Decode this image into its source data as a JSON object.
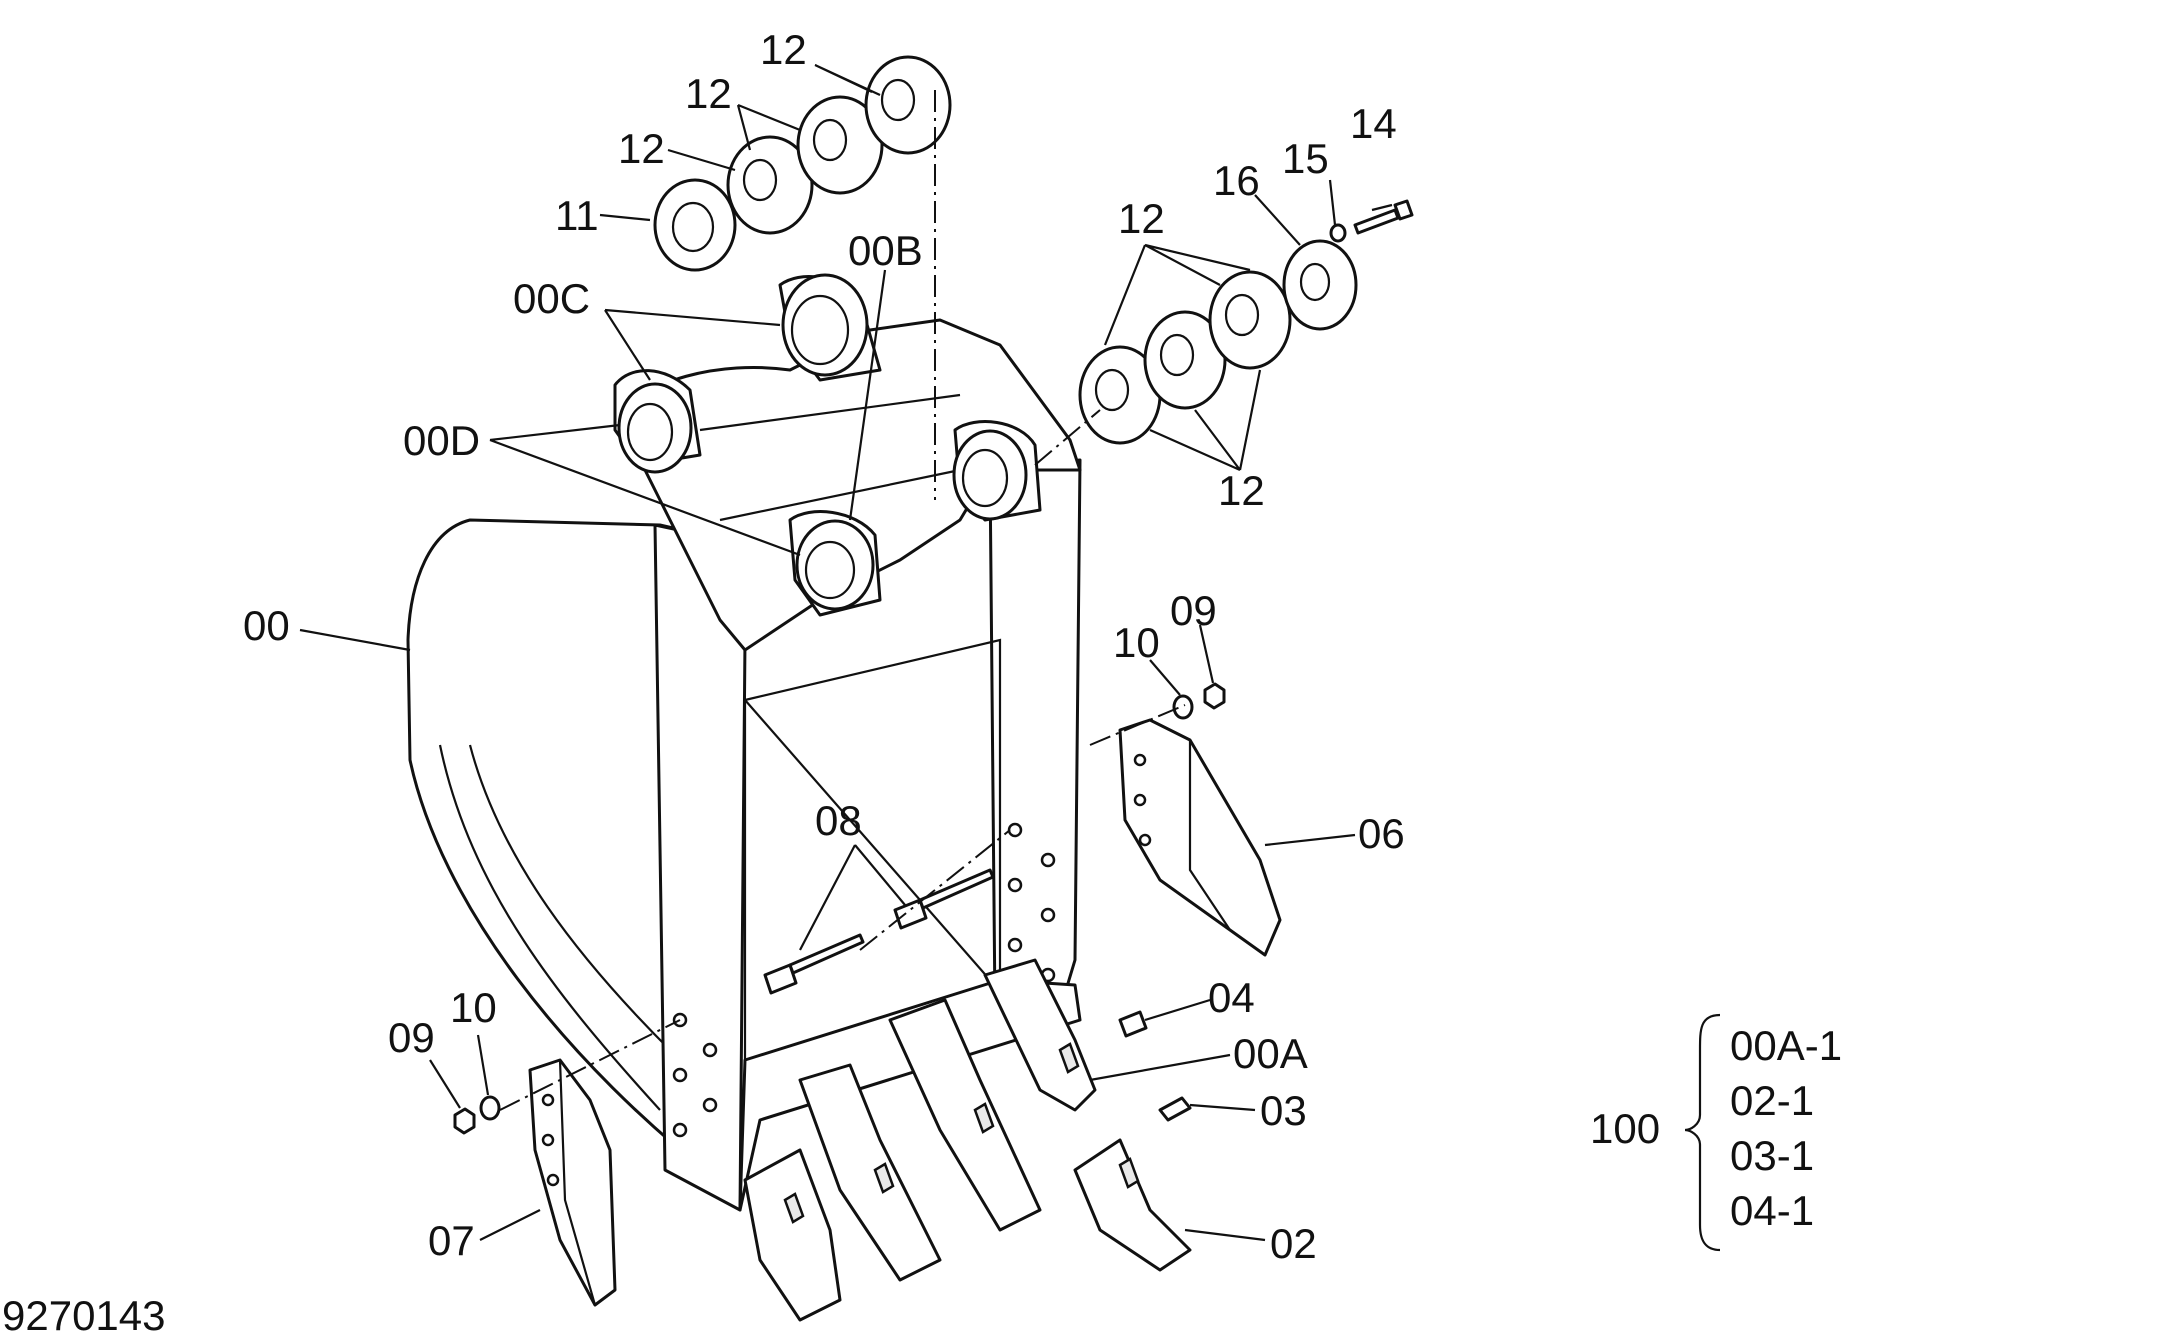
{
  "drawing_number": "9270143",
  "callouts": {
    "shim_a": "12",
    "shim_b": "12",
    "shim_c": "12",
    "shim_right_top": "12",
    "shim_right_bottom": "12",
    "bushing": "11",
    "boss_b": "00B",
    "boss_c": "00C",
    "boss_d": "00D",
    "bucket_body": "00",
    "bolt_14": "14",
    "washer_15": "15",
    "plate_16": "16",
    "nut_09_right": "09",
    "washer_10_right": "10",
    "side_cutter_right": "06",
    "bolts_08": "08",
    "pin_04": "04",
    "adapter_00a": "00A",
    "lock_03": "03",
    "tooth_02": "02",
    "nut_09_left": "09",
    "washer_10_left": "10",
    "side_cutter_left": "07"
  },
  "kit": {
    "number": "100",
    "items": [
      "00A-1",
      "02-1",
      "03-1",
      "04-1"
    ]
  }
}
